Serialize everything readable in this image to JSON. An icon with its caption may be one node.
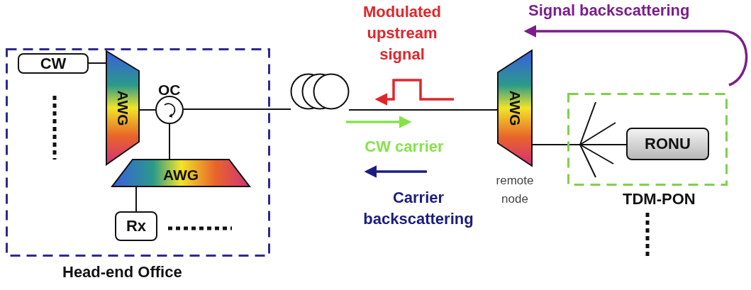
{
  "diagram": {
    "nodes": [
      {
        "text": [
          "Head-end Office"
        ]
      },
      {
        "text": [
          "CW"
        ],
        "in": 0
      },
      {
        "text": [
          "AWG"
        ],
        "in": 0
      },
      {
        "text": [
          "OC"
        ],
        "in": 0
      },
      {
        "text": [
          "AWG"
        ],
        "in": 0
      },
      {
        "text": [
          "Rx"
        ],
        "in": 0
      },
      {
        "text": [],
        "shape": "circle"
      },
      {
        "text": [
          "AWG"
        ],
        "beside": [
          "remote node"
        ]
      },
      {
        "text": [
          "TDM-PON"
        ]
      },
      {
        "text": [],
        "shape": "star",
        "in": 8
      },
      {
        "text": [
          "RONU"
        ],
        "in": 8
      }
    ],
    "edges": [
      {
        "from": 1,
        "to": 2,
        "arrow": "none"
      },
      {
        "from": 2,
        "to": 3,
        "arrow": "none"
      },
      {
        "from": 3,
        "to": 4,
        "arrow": "none"
      },
      {
        "from": 4,
        "to": 5,
        "arrow": "none"
      },
      {
        "from": 3,
        "to": 6,
        "arrow": "none"
      },
      {
        "from": 6,
        "to": 7,
        "arrow": "none"
      },
      {
        "from": 7,
        "to": 9,
        "arrow": "none"
      },
      {
        "from": 9,
        "to": 10,
        "arrow": "none"
      }
    ],
    "labels": [
      "Modulated upstream signal",
      "Signal backscattering",
      "CW carrier",
      "Carrier backscattering"
    ]
  }
}
